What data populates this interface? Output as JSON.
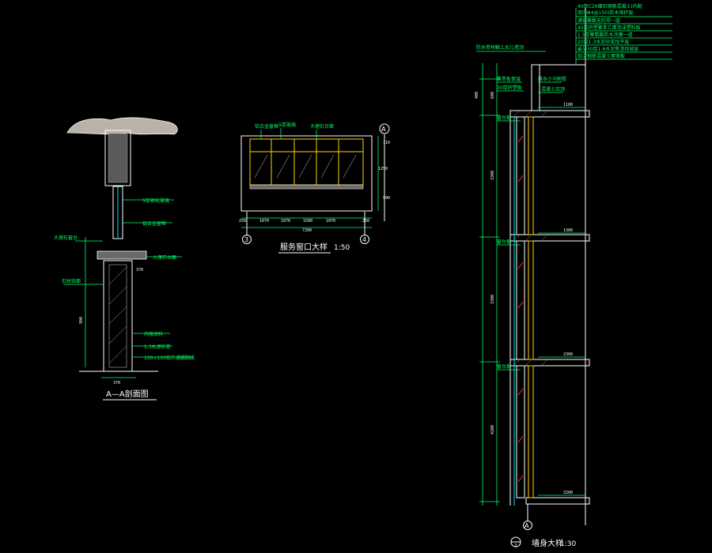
{
  "colors": {
    "background": "#000000",
    "outline": "#00e5ff",
    "annotation": "#00ff66",
    "text": "#ffffff",
    "frame": "#ffd200",
    "hatch": "#ff3030"
  },
  "section_aa": {
    "title": "A—A剖面图",
    "labels": {
      "l1": "5厚钢化玻璃",
      "l2": "铝合金窗框",
      "l3": "大理石窗台",
      "l4": "大理石台面",
      "l5": "石材饰面",
      "l6": "内墙涂料",
      "l7": "1:3水泥砂浆",
      "l8": "150×150铝方通踢脚线"
    },
    "dims": {
      "d1": "370",
      "d2": "900",
      "d3": "370"
    }
  },
  "service_window": {
    "title": "服务窗口大样",
    "scale": "1:50",
    "top_labels": {
      "t1": "铝合金窗框",
      "t2": "5厚玻璃",
      "t3": "大理石台面"
    },
    "grid_left": "3",
    "grid_right": "4",
    "grid_top": "A",
    "dims": [
      "250",
      "1070",
      "1070",
      "1500",
      "1070",
      "250"
    ],
    "total_dim": "7200",
    "side_dims": [
      "110",
      "1250",
      "900"
    ]
  },
  "wall_detail": {
    "title": "墙身大样",
    "scale": "1:30",
    "grid_bottom": "A",
    "marker_bottom": "7",
    "notes": [
      "40厚C20细石钢筋混凝土(内配",
      "双向Φ4@150)防水保护层",
      "满铺聚酯无纺布一层",
      "40厚挤塑聚苯乙烯泡沫塑料板",
      "1.5厚聚氨酯防水涂膜一道",
      "20厚1:3水泥砂浆找平层",
      "最薄30厚1:6水泥焦渣找坡层",
      "现浇钢筋混凝土屋面板"
    ],
    "top_label": "防水卷材翻上女儿墙顶",
    "labels": {
      "w1": "聚苯板保温",
      "w2": "排水小沟刷卷",
      "w3": "30厚挤塑板",
      "w4": "混凝土压顶",
      "w5": "窗台板",
      "w6": "窗台板",
      "w7": "窗台板"
    },
    "dims": {
      "v1": "400",
      "v2": "600",
      "v3": "3300",
      "v4": "3300",
      "v5": "4200",
      "h1": "1100",
      "h2": "1300",
      "h3": "2300",
      "h4": "3200"
    }
  }
}
